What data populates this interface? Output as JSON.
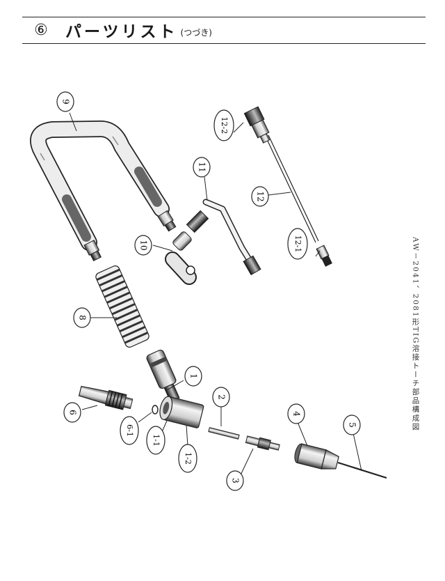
{
  "header": {
    "number": "⑥",
    "title": "パーツリスト",
    "suffix": "(つづき)"
  },
  "caption": "AW－2041、2081形TIG溶接トーチ部品構成図",
  "callouts": {
    "c1": "1",
    "c1_1": "1-1",
    "c1_2": "1-2",
    "c2": "2",
    "c3": "3",
    "c4": "4",
    "c5": "5",
    "c6": "6",
    "c6_1": "6-1",
    "c8": "8",
    "c9": "9",
    "c10": "10",
    "c11": "11",
    "c12": "12",
    "c12_1": "12-1",
    "c12_2": "12-2"
  }
}
